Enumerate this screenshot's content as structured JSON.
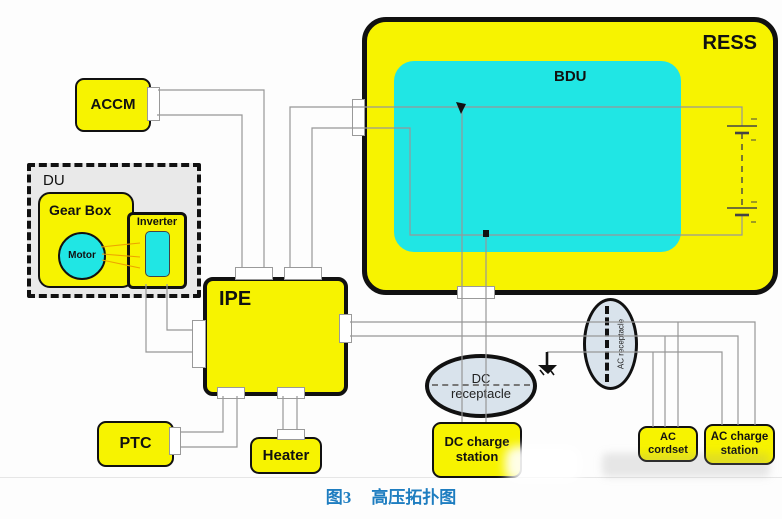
{
  "figure": {
    "caption_label": "图3",
    "caption_title": "高压拓扑图"
  },
  "colors": {
    "component_yellow": "#f7f300",
    "component_cyan": "#20e6e4",
    "du_background_gray": "#e9e9e9",
    "receptacle_fill": "#d9e3ec",
    "wire_gray": "#979797",
    "motor_phase_wire_orange": "#eda400",
    "caption_blue": "#1e7dc0"
  },
  "components": {
    "accm": {
      "label": "ACCM"
    },
    "du": {
      "label": "DU"
    },
    "gear_box": {
      "label": "Gear Box"
    },
    "motor": {
      "label": "Motor"
    },
    "inverter": {
      "label": "Inverter"
    },
    "ress": {
      "label": "RESS"
    },
    "bdu": {
      "label": "BDU"
    },
    "ipe": {
      "label": "IPE"
    },
    "ptc": {
      "label": "PTC"
    },
    "heater": {
      "label": "Heater"
    },
    "dc_receptacle": {
      "line1": "DC",
      "line2": "receptacle"
    },
    "dc_charge_station": {
      "line1": "DC charge",
      "line2": "station"
    },
    "ac_receptacle": {
      "label": "AC receptacle"
    },
    "ac_cordset": {
      "line1": "AC",
      "line2": "cordset"
    },
    "ac_charge_station": {
      "line1": "AC charge",
      "line2": "station"
    }
  }
}
